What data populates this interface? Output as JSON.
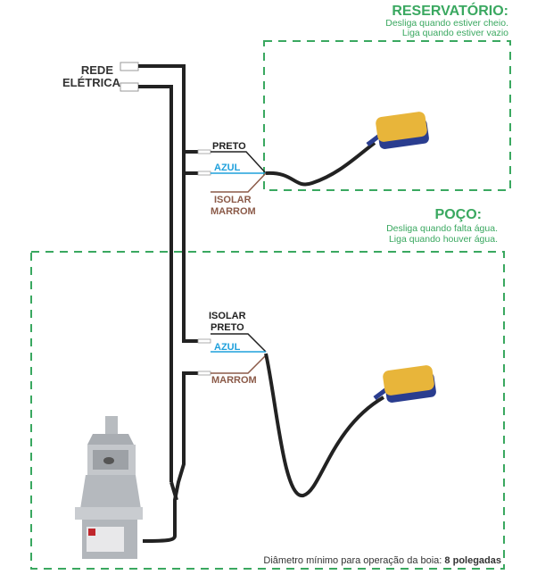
{
  "colors": {
    "accent_green": "#3aa860",
    "wire_black": "#222222",
    "wire_blue": "#1fa0dc",
    "wire_brown": "#8b5a48",
    "float_yellow": "#e8b53a",
    "float_blue": "#2a3d8f"
  },
  "power": {
    "label_line1": "REDE",
    "label_line2": "ELÉTRICA"
  },
  "reservoir": {
    "title": "RESERVATÓRIO:",
    "line1": "Desliga quando estiver cheio.",
    "line2": "Liga quando estiver vazio",
    "wires": {
      "black": "PRETO",
      "blue": "AZUL",
      "brown_line1": "ISOLAR",
      "brown_line2": "MARROM"
    }
  },
  "well": {
    "title": "POÇO:",
    "line1": "Desliga quando falta água.",
    "line2": "Liga quando houver água.",
    "wires": {
      "black_line1": "ISOLAR",
      "black_line2": "PRETO",
      "blue": "AZUL",
      "brown": "MARROM"
    }
  },
  "footnote": {
    "text": "Diâmetro mínimo para operação da boia: ",
    "bold": "8 polegadas"
  },
  "icons": [
    "float-switch-icon",
    "submersible-pump-icon",
    "power-plug-icon"
  ]
}
